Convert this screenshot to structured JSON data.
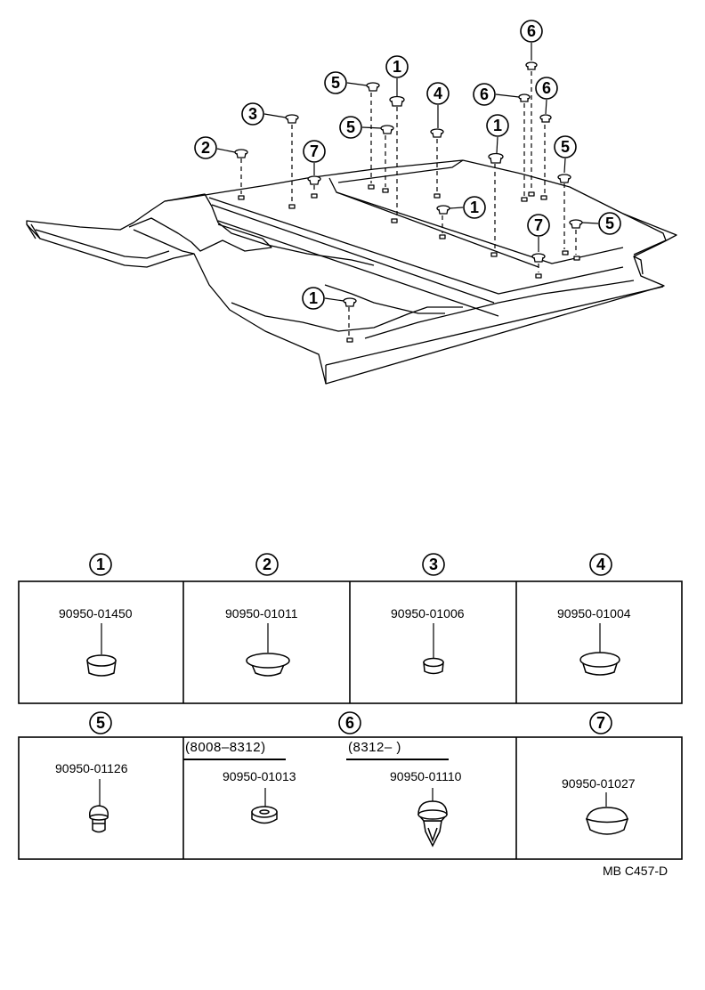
{
  "callouts": {
    "c1": "1",
    "c2": "2",
    "c3": "3",
    "c4": "4",
    "c5": "5",
    "c6": "6",
    "c7": "7"
  },
  "table": {
    "row1": [
      {
        "label": "1",
        "part_number": "90950-01450"
      },
      {
        "label": "2",
        "part_number": "90950-01011"
      },
      {
        "label": "3",
        "part_number": "90950-01006"
      },
      {
        "label": "4",
        "part_number": "90950-01004"
      }
    ],
    "row2": [
      {
        "label": "5",
        "part_number": "90950-01126"
      },
      {
        "label": "6",
        "variants": [
          {
            "date_range": "(8008–8312)",
            "part_number": "90950-01013"
          },
          {
            "date_range": "(8312–         )",
            "part_number": "90950-01110"
          }
        ]
      },
      {
        "label": "7",
        "part_number": "90950-01027"
      }
    ]
  },
  "reference_code": "MB  C457-D"
}
